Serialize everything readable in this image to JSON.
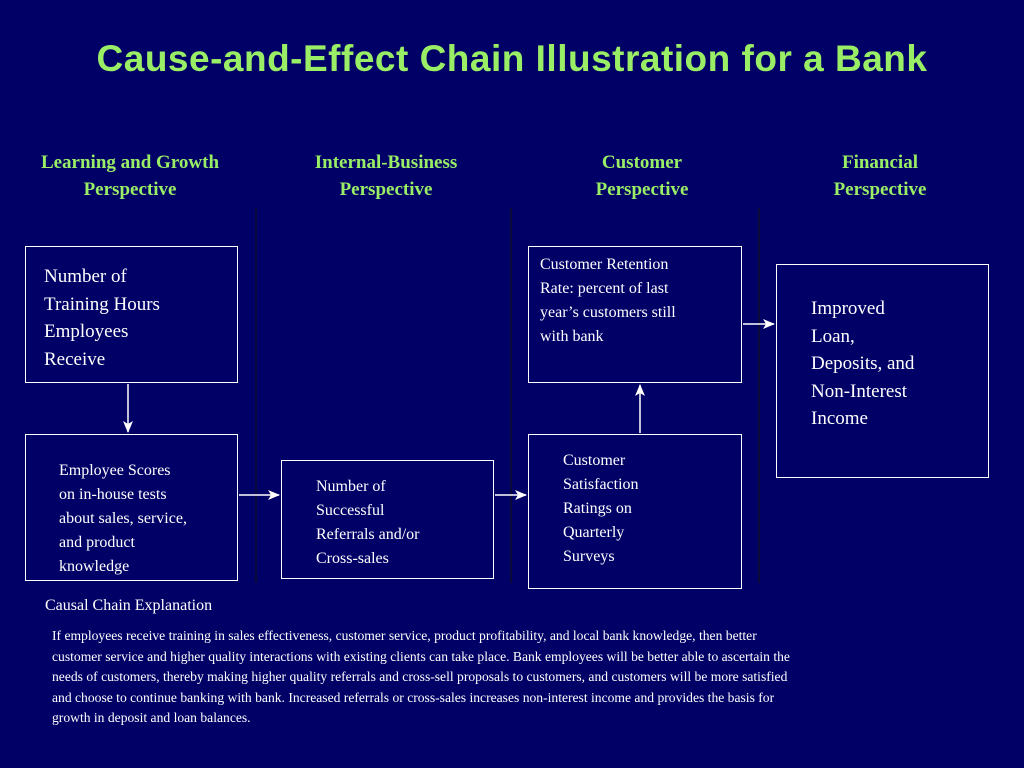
{
  "title": "Cause-and-Effect Chain Illustration for a Bank",
  "columns": [
    {
      "line1": "Learning and Growth",
      "line2": "Perspective"
    },
    {
      "line1": "Internal-Business",
      "line2": "Perspective"
    },
    {
      "line1": "Customer",
      "line2": "Perspective"
    },
    {
      "line1": "Financial",
      "line2": "Perspective"
    }
  ],
  "boxes": {
    "training_hours": [
      "Number of",
      "Training Hours",
      "Employees",
      "Receive"
    ],
    "employee_scores": [
      "Employee Scores",
      "on in-house tests",
      "about sales, service,",
      "and product",
      "knowledge"
    ],
    "referrals": [
      "Number of",
      "Successful",
      "Referrals and/or",
      "Cross-sales"
    ],
    "customer_satisfaction": [
      "Customer",
      "Satisfaction",
      "Ratings on",
      "Quarterly",
      "Surveys"
    ],
    "customer_retention": [
      "Customer Retention",
      "Rate:  percent of last",
      "year’s customers still",
      "with bank"
    ],
    "improved_income": [
      "Improved",
      "Loan,",
      "Deposits, and",
      "Non-Interest",
      "Income"
    ]
  },
  "explanation": {
    "title": "Causal Chain Explanation",
    "lines": [
      "If employees receive training in sales effectiveness, customer service, product profitability, and local bank knowledge, then better",
      "customer service and higher quality interactions with existing clients can take place.  Bank employees will be better able to ascertain the",
      "needs of customers, thereby making higher quality referrals and cross-sell proposals to customers, and customers will be more satisfied",
      "and choose to continue banking with bank.  Increased referrals or cross-sales increases non-interest income and provides the basis for",
      "growth in deposit and loan balances."
    ]
  },
  "colors": {
    "background": "#000066",
    "heading": "#99ee66",
    "text": "#ffffff"
  }
}
